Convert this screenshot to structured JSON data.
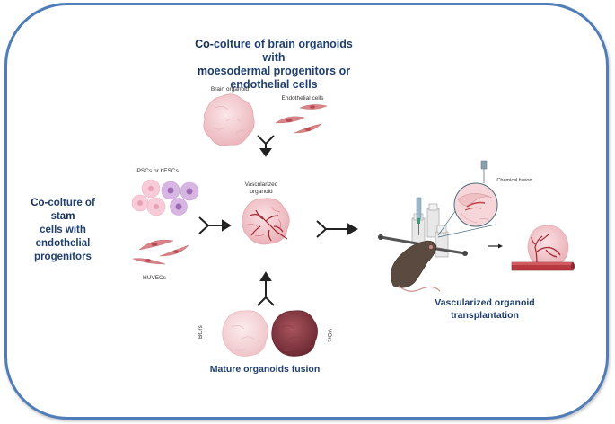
{
  "titles": {
    "top": {
      "line1_prefix": "Co-",
      "line1_rest": "colture of brain organoids with",
      "line2_prefix": "m",
      "line2_rest": "oesodermal progenitors or",
      "line3": "endothelial cells"
    },
    "left": {
      "line1_prefix": "Co-",
      "line1_mid": "colture of st",
      "line1_suffix": "am",
      "line2": "cells with",
      "line3": "endothelial",
      "line4": "progenitors"
    },
    "bottom": "Mature organoids fusion",
    "right": {
      "line1": "Vascularized organoid",
      "line2": "transplantation"
    }
  },
  "labels": {
    "brain_organoid": "Brain organoid",
    "endothelial_cells": "Endothelial cells",
    "ipscs": "iPSCs or hESCs",
    "huvecs": "HUVECs",
    "vascularized_organoid_1": "Vascularized",
    "vascularized_organoid_2": "organoid",
    "bors": "BOrs",
    "vors": "VOrs",
    "chemical_fusion": "Chemical fusion"
  },
  "colors": {
    "frame": "#4f7db8",
    "title_text": "#1f3f70",
    "organoid_pink": "#f3cfd2",
    "vessel_red": "#b8353c",
    "vor_dark": "#8a3d45",
    "stem_pink": "#f6c5d3",
    "stem_purple": "#c9a3d8",
    "endothelial": "#d47a7d",
    "mouse_brown": "#5b4a40"
  }
}
